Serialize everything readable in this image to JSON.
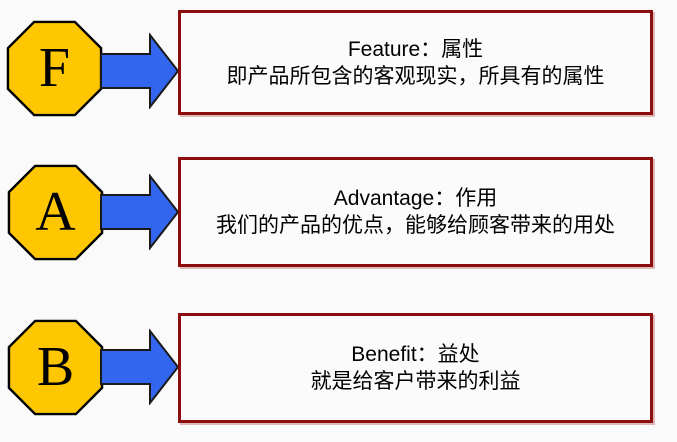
{
  "colors": {
    "page_bg": "#fafafa",
    "box_bg": "#fbfbfb",
    "box_border": "#8c0d0d",
    "octagon_fill": "#ffc702",
    "octagon_border": "#000000",
    "arrow_fill": "#3366ee",
    "arrow_border": "#1a1a1a",
    "text": "#000000"
  },
  "rows": [
    {
      "letter": "F",
      "title": "Feature：属性",
      "description": "即产品所包含的客观现实，所具有的属性"
    },
    {
      "letter": "A",
      "title": "Advantage：作用",
      "description": "我们的产品的优点，能够给顾客带来的用处"
    },
    {
      "letter": "B",
      "title": "Benefit：益处",
      "description": "就是给客户带来的利益"
    }
  ]
}
